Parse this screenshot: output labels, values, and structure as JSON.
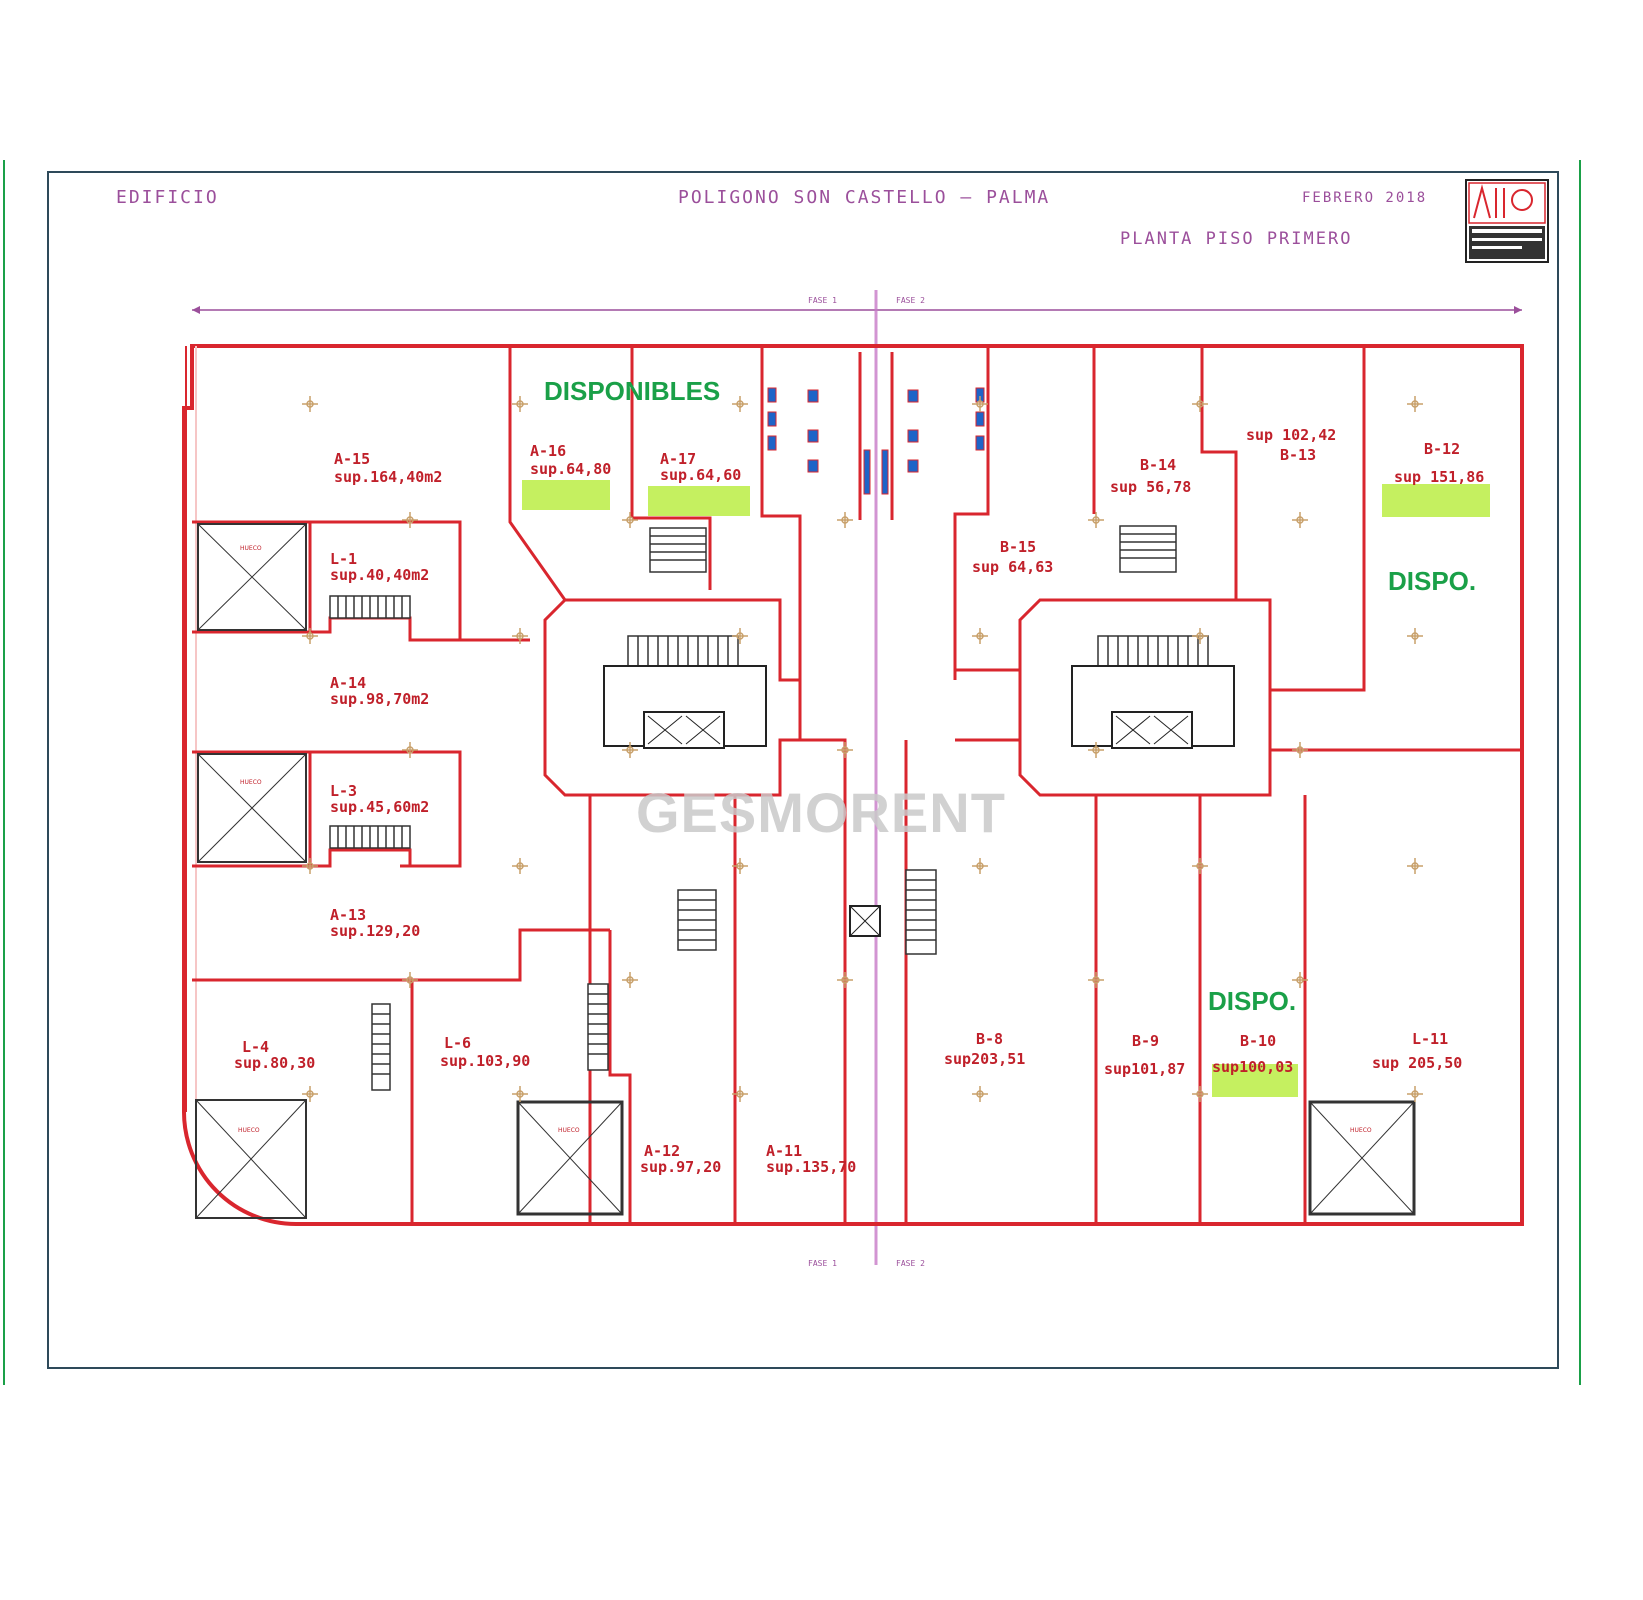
{
  "header": {
    "building": "EDIFICIO",
    "location": "POLIGONO SON CASTELLO — PALMA",
    "date": "FEBRERO 2018",
    "floor": "PLANTA PISO PRIMERO"
  },
  "phases": {
    "left": "FASE 1",
    "right": "FASE 2"
  },
  "hueco_label": "HUECO",
  "watermark": "GESMORENT",
  "availability": {
    "main": "DISPONIBLES",
    "dispo_b12": "DISPO.",
    "dispo_b10": "DISPO."
  },
  "colors": {
    "wall": "#d9262e",
    "wall_fill": "#f6c6c6",
    "header_text": "#9b4f9b",
    "available_text": "#1aa048",
    "highlight": "#c5f060",
    "frame": "#2e4a5a"
  },
  "units": [
    {
      "code": "A-15",
      "area": "sup.164,40m2"
    },
    {
      "code": "A-16",
      "area": "sup.64,80"
    },
    {
      "code": "A-17",
      "area": "sup.64,60"
    },
    {
      "code": "L-1",
      "area": "sup.40,40m2"
    },
    {
      "code": "A-14",
      "area": "sup.98,70m2"
    },
    {
      "code": "L-3",
      "area": "sup.45,60m2"
    },
    {
      "code": "A-13",
      "area": "sup.129,20"
    },
    {
      "code": "L-4",
      "area": "sup.80,30"
    },
    {
      "code": "L-6",
      "area": "sup.103,90"
    },
    {
      "code": "A-12",
      "area": "sup.97,20"
    },
    {
      "code": "A-11",
      "area": "sup.135,70"
    },
    {
      "code": "B-14",
      "area": "sup 56,78"
    },
    {
      "code": "B-15",
      "area": "sup 64,63"
    },
    {
      "code": "B-13",
      "area": "sup 102,42"
    },
    {
      "code": "B-12",
      "area": "sup 151,86"
    },
    {
      "code": "B-8",
      "area": "sup203,51"
    },
    {
      "code": "B-9",
      "area": "sup101,87"
    },
    {
      "code": "B-10",
      "area": "sup100,03"
    },
    {
      "code": "L-11",
      "area": "sup 205,50"
    }
  ]
}
